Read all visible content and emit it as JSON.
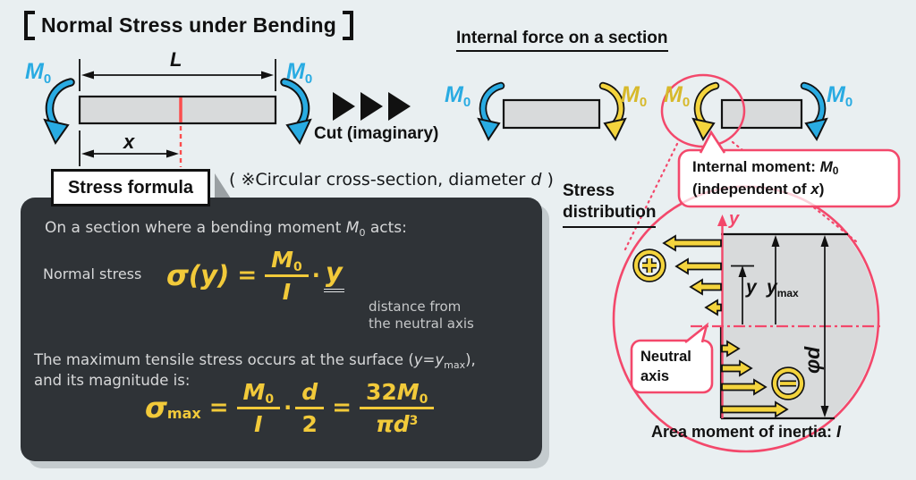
{
  "title": {
    "bracket_left": "【",
    "text": "Normal Stress under Bending",
    "bracket_right": "】"
  },
  "moment": {
    "base": "M",
    "sub": "0"
  },
  "beam": {
    "length_label": "L",
    "position_label": "x"
  },
  "cut": {
    "label": "Cut (imaginary)",
    "icon": "triple-right-arrows"
  },
  "headings": {
    "internal_force": "Internal force on a section",
    "stress_distribution_line1": "Stress",
    "stress_distribution_line2": "distribution"
  },
  "note": {
    "prefix": "( ※Circular cross-section, diameter ",
    "var": "d",
    "suffix": " )"
  },
  "panel": {
    "tab_label": "Stress formula",
    "intro": {
      "pre": "On a section where a bending moment ",
      "post": " acts:"
    },
    "normal_stress_label": "Normal stress",
    "formula1": {
      "sigma": "σ",
      "arg": "(y)",
      "equals": "=",
      "den": "I",
      "dot": "·",
      "y": "y"
    },
    "annotation": {
      "line1": "distance from",
      "line2": "the neutral axis"
    },
    "max_line": {
      "pre": "The maximum tensile stress occurs at the surface (",
      "y1": "y",
      "eq": "=",
      "y2": "y",
      "y2_sub": "max",
      "post": "),",
      "line2": "and its magnitude is:"
    },
    "formula2": {
      "sigma": "σ",
      "sigma_sub": "max",
      "eq1": "=",
      "den1": "I",
      "dot": "·",
      "num2": "d",
      "den2": "2",
      "eq2": "=",
      "num3_coef": "32",
      "den3_pi": "π",
      "den3_d": "d",
      "den3_exp": "3"
    }
  },
  "callouts": {
    "internal_moment": {
      "line1_pre": "Internal moment: ",
      "line2_pre": "(independent of ",
      "x_var": "x",
      "line2_post": ")"
    },
    "neutral_axis": {
      "line1": "Neutral",
      "line2": "axis"
    }
  },
  "section": {
    "y_axis_label": "y",
    "y_dim_label": "y",
    "ymax_base": "y",
    "ymax_sub": "max",
    "phi_d": "φd",
    "tension_sign_icon": "plus-circle-icon",
    "compression_sign_icon": "minus-circle-icon"
  },
  "area_moment": {
    "pre": "Area moment of inertia: ",
    "var": "I"
  },
  "colors": {
    "background": "#e9eff1",
    "blue_moment": "#29abe2",
    "yellow_moment_text": "#d7b92b",
    "yellow_arrow": "#f4d43d",
    "formula_yellow": "#f2ca3a",
    "pink_accent": "#f3486b",
    "cut_red": "#fb4d4d",
    "panel_bg": "#2f3337",
    "beam_gray": "#d8dadb"
  }
}
